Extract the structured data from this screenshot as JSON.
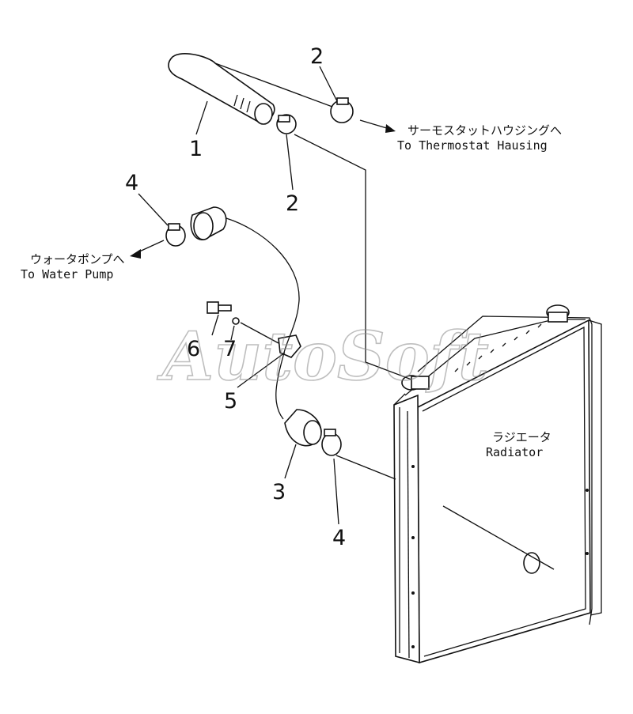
{
  "diagram": {
    "callouts": {
      "n1": "1",
      "n2_top": "2",
      "n2_mid": "2",
      "n3": "3",
      "n4_top": "4",
      "n4_bottom": "4",
      "n5": "5",
      "n6": "6",
      "n7": "7"
    },
    "labels": {
      "thermostat_jp": "サーモスタットハウジングへ",
      "thermostat_en": "To Thermostat Hausing",
      "water_pump_jp": "ウォータポンプへ",
      "water_pump_en": "To Water Pump",
      "radiator_jp": "ラジエータ",
      "radiator_en": "Radiator"
    },
    "watermark": "AutoSoft"
  }
}
